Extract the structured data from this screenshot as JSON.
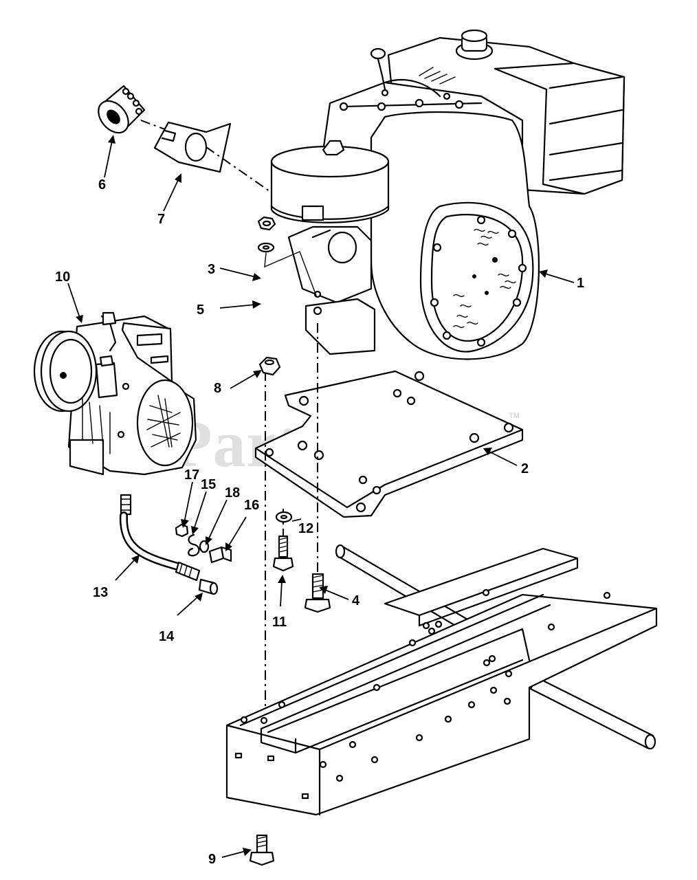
{
  "diagram": {
    "callouts": [
      {
        "id": "1",
        "label": "1"
      },
      {
        "id": "2",
        "label": "2"
      },
      {
        "id": "3",
        "label": "3"
      },
      {
        "id": "4",
        "label": "4"
      },
      {
        "id": "5",
        "label": "5"
      },
      {
        "id": "6",
        "label": "6"
      },
      {
        "id": "7",
        "label": "7"
      },
      {
        "id": "8",
        "label": "8"
      },
      {
        "id": "9",
        "label": "9"
      },
      {
        "id": "10",
        "label": "10"
      },
      {
        "id": "11",
        "label": "11"
      },
      {
        "id": "12",
        "label": "12"
      },
      {
        "id": "13",
        "label": "13"
      },
      {
        "id": "14",
        "label": "14"
      },
      {
        "id": "15",
        "label": "15"
      },
      {
        "id": "16",
        "label": "16"
      },
      {
        "id": "17",
        "label": "17"
      },
      {
        "id": "18",
        "label": "18"
      }
    ],
    "watermark": {
      "text": "PartsTree",
      "mark": "TM"
    }
  }
}
